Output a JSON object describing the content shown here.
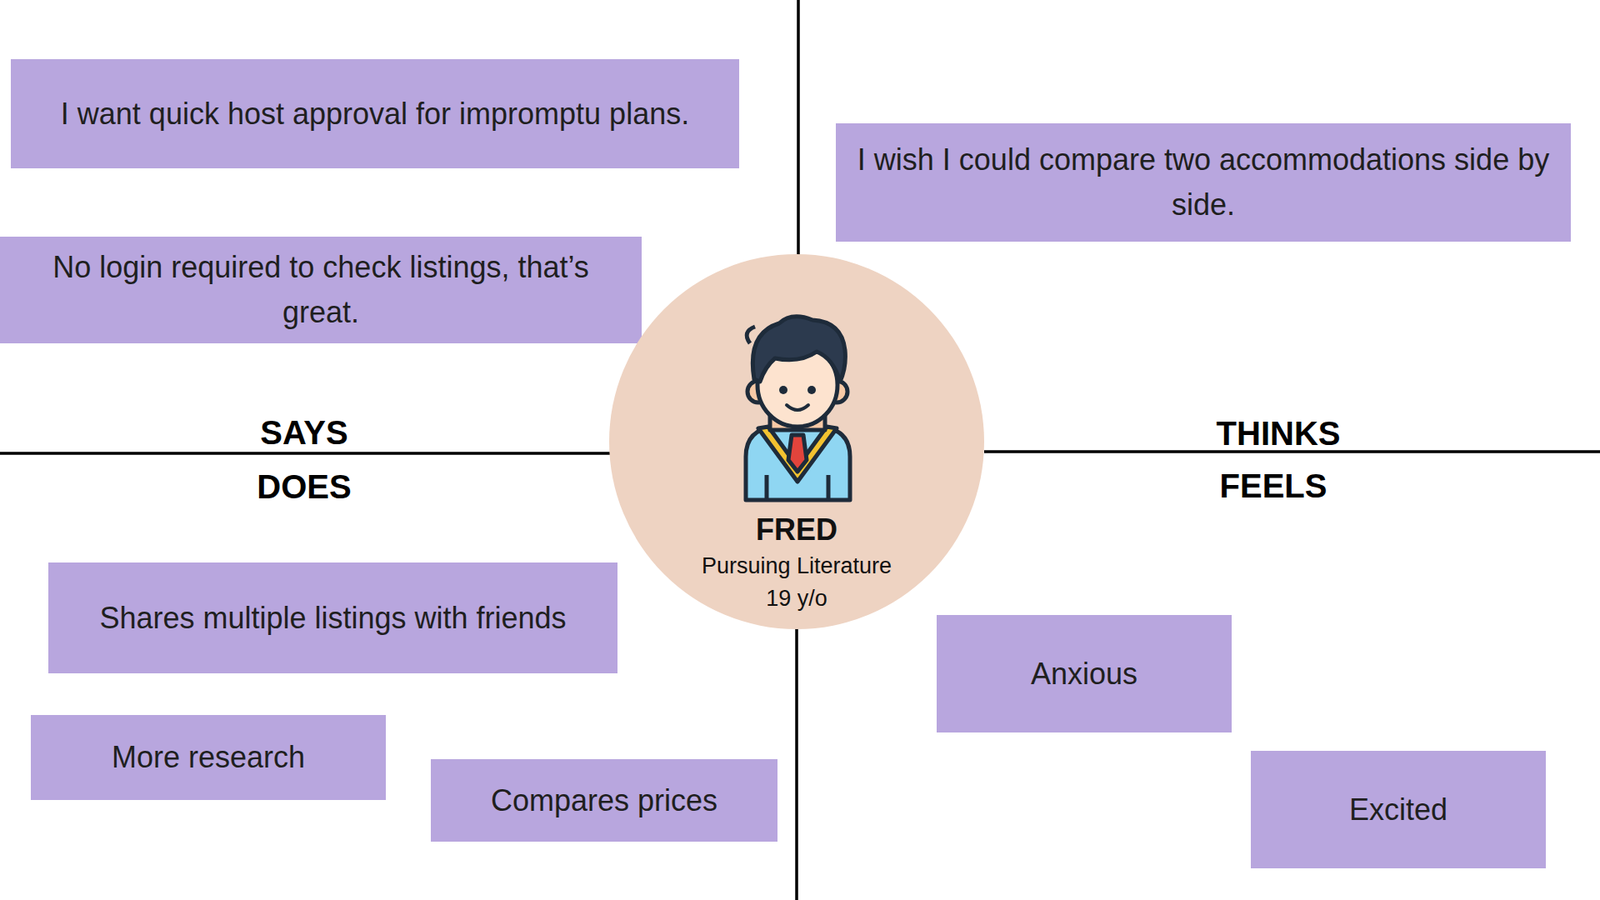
{
  "diagram": {
    "nodes": [
      {
        "text": [
          "I want quick host approval for impromptu plans."
        ]
      },
      {
        "text": [
          "I wish I could compare two accommodations side by side."
        ]
      },
      {
        "text": [
          "No login required to check listings, that’s great."
        ]
      },
      {
        "text": [
          "FRED",
          "Pursuing Literature",
          "19 y/o"
        ]
      },
      {
        "text": [
          "Shares multiple listings with friends"
        ]
      },
      {
        "text": [
          "Anxious"
        ]
      },
      {
        "text": [
          "More research"
        ]
      },
      {
        "text": [
          "Compares prices"
        ]
      },
      {
        "text": [
          "Excited"
        ]
      }
    ],
    "labels": [
      "SAYS",
      "THINKS",
      "DOES",
      "FEELS"
    ]
  }
}
